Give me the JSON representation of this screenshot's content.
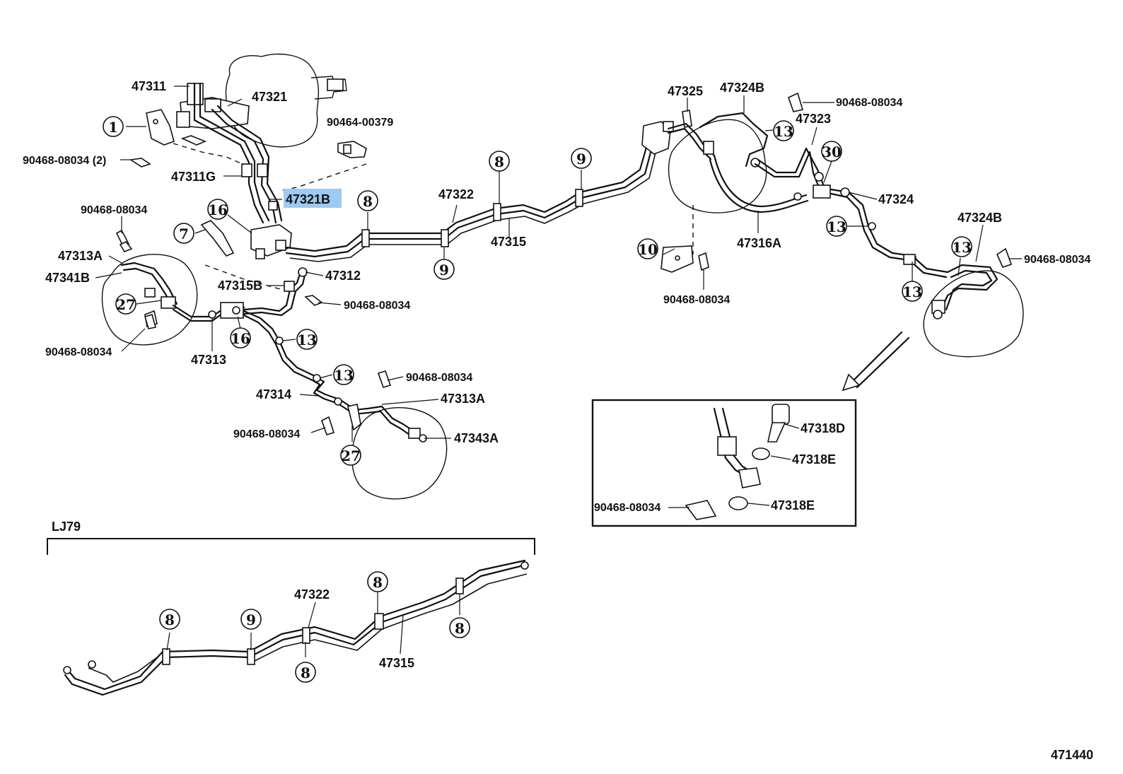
{
  "labels": {
    "p47311": "47311",
    "p47321": "47321",
    "p90464": "90464-00379",
    "p90468_2": "90468-08034 (2)",
    "p47311G": "47311G",
    "p47321B": "47321B",
    "p90468_a": "90468-08034",
    "p47313A_l": "47313A",
    "p47341B": "47341B",
    "p47315B": "47315B",
    "p47312": "47312",
    "p90468_b": "90468-08034",
    "p90468_c": "90468-08034",
    "p47313": "47313",
    "p90468_d": "90468-08034",
    "p47314": "47314",
    "p47313A_r": "47313A",
    "p90468_e": "90468-08034",
    "p47343A": "47343A",
    "p47322": "47322",
    "p47315": "47315",
    "p47325": "47325",
    "p47324B_t": "47324B",
    "p90468_f": "90468-08034",
    "p47323": "47323",
    "p47324": "47324",
    "p47316A": "47316A",
    "p90468_g": "90468-08034",
    "p47324B_r": "47324B",
    "p90468_h": "90468-08034",
    "p47318D": "47318D",
    "p47318E_a": "47318E",
    "p47318E_b": "47318E",
    "p90468_i": "90468-08034",
    "lj79": "LJ79",
    "p47322_b": "47322",
    "p47315_b": "47315",
    "doc_id": "471440"
  },
  "callouts": {
    "c1": "1",
    "c16a": "16",
    "c7": "7",
    "c27a": "27",
    "c16b": "16",
    "c13a": "13",
    "c13b": "13",
    "c27b": "27",
    "c8a": "8",
    "c8b": "8",
    "c9a": "9",
    "c9b": "9",
    "c10": "10",
    "c13c": "13",
    "c30": "30",
    "c13d": "13",
    "c13e": "13",
    "c13f": "13",
    "c8c": "8",
    "c9c": "9",
    "c8d": "8",
    "c8e": "8",
    "c8f": "8"
  },
  "highlight": {
    "part": "47321B",
    "color": "#9ec9f0"
  }
}
